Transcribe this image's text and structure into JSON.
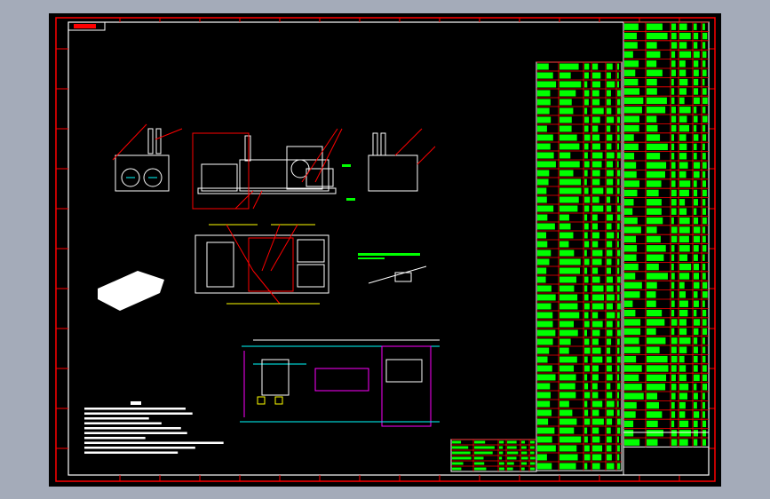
{
  "colors": {
    "background": "#a4abb9",
    "canvas": "#000000",
    "border": "#ff0000",
    "frame": "#ffffff",
    "table_text": "#00ff00",
    "table_lines": "#ff0000",
    "dimension": "#ffff00",
    "centerline": "#00ffff",
    "pipe": "#ff00ff"
  },
  "drawing": {
    "views": [
      "front-view",
      "side-view-left",
      "side-view-right",
      "top-view",
      "isometric-view",
      "piping-schematic",
      "weld-detail"
    ],
    "parts_table_1_rows": 46,
    "parts_table_2_rows": 46,
    "revision_table_rows": 6
  }
}
